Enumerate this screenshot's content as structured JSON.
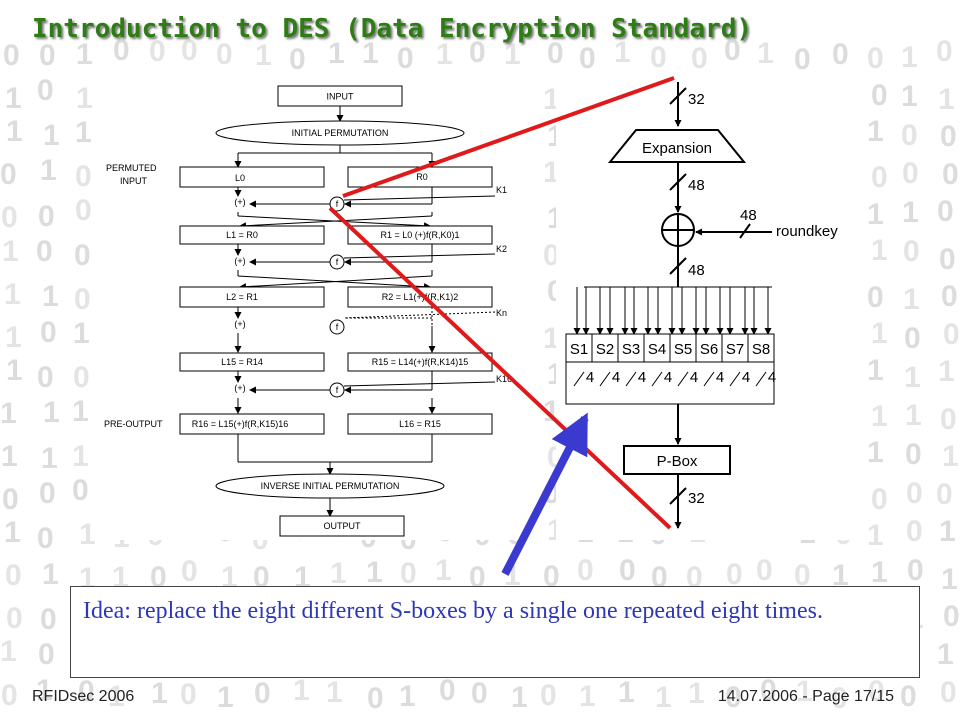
{
  "title": "Introduction to DES (Data Encryption Standard)",
  "left_diagram": {
    "input": "INPUT",
    "initial_permutation": "INITIAL PERMUTATION",
    "permuted_input": [
      "PERMUTED",
      "INPUT"
    ],
    "l0": "L0",
    "r0": "R0",
    "k1": "K1",
    "xor": "(+)",
    "f": "f",
    "l1": "L1 = R0",
    "r1": "R1 = L0 (+)f(R,K0)1",
    "k2": "K2",
    "l2": "L2 = R1",
    "r2": "R2 = L1(+)f(R,K1)2",
    "kn": "Kn",
    "l15": "L15 = R14",
    "r15": "R15 = L14(+)f(R,K14)15",
    "k16": "K16",
    "pre_output": "PRE-OUTPUT",
    "r16": "R16 = L15(+)f(R,K15)16",
    "l16": "L16 = R15",
    "inverse_permutation": "INVERSE INITIAL PERMUTATION",
    "output": "OUTPUT"
  },
  "right_diagram": {
    "top_width": "32",
    "expansion": "Expansion",
    "after_expansion": "48",
    "key_width": "48",
    "roundkey": "roundkey",
    "after_xor": "48",
    "sboxes": [
      "S1",
      "S2",
      "S3",
      "S4",
      "S5",
      "S6",
      "S7",
      "S8"
    ],
    "sbox_output_width": "4",
    "pbox": "P-Box",
    "bottom_width": "32"
  },
  "idea_text": "Idea: replace the eight different S-boxes by a single one repeated eight times.",
  "footer": {
    "left": "RFIDsec 2006",
    "right": "14.07.2006 - Page 17/15"
  },
  "colors": {
    "title": "#2e7d14",
    "zoom_lines": "#e01a1a",
    "pointer_arrow": "#3a3ad0",
    "idea_text": "#2d38b6"
  }
}
